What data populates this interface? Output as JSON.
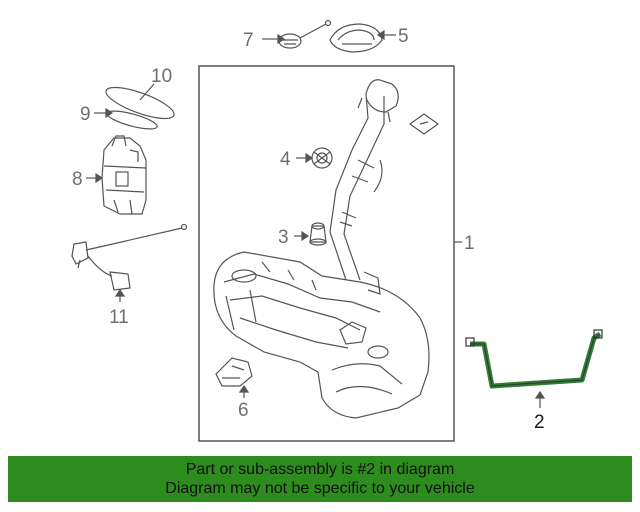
{
  "callouts": {
    "c1": "1",
    "c2": "2",
    "c3": "3",
    "c4": "4",
    "c5": "5",
    "c6": "6",
    "c7": "7",
    "c8": "8",
    "c9": "9",
    "c10": "10",
    "c11": "11"
  },
  "highlight_part": "2",
  "colors": {
    "banner": "#2e8b1e",
    "highlight": "#2e7d32",
    "line": "#555555"
  },
  "banner": {
    "line1": "Part or sub-assembly is #2 in diagram",
    "line2": "Diagram may not be specific to your vehicle"
  }
}
